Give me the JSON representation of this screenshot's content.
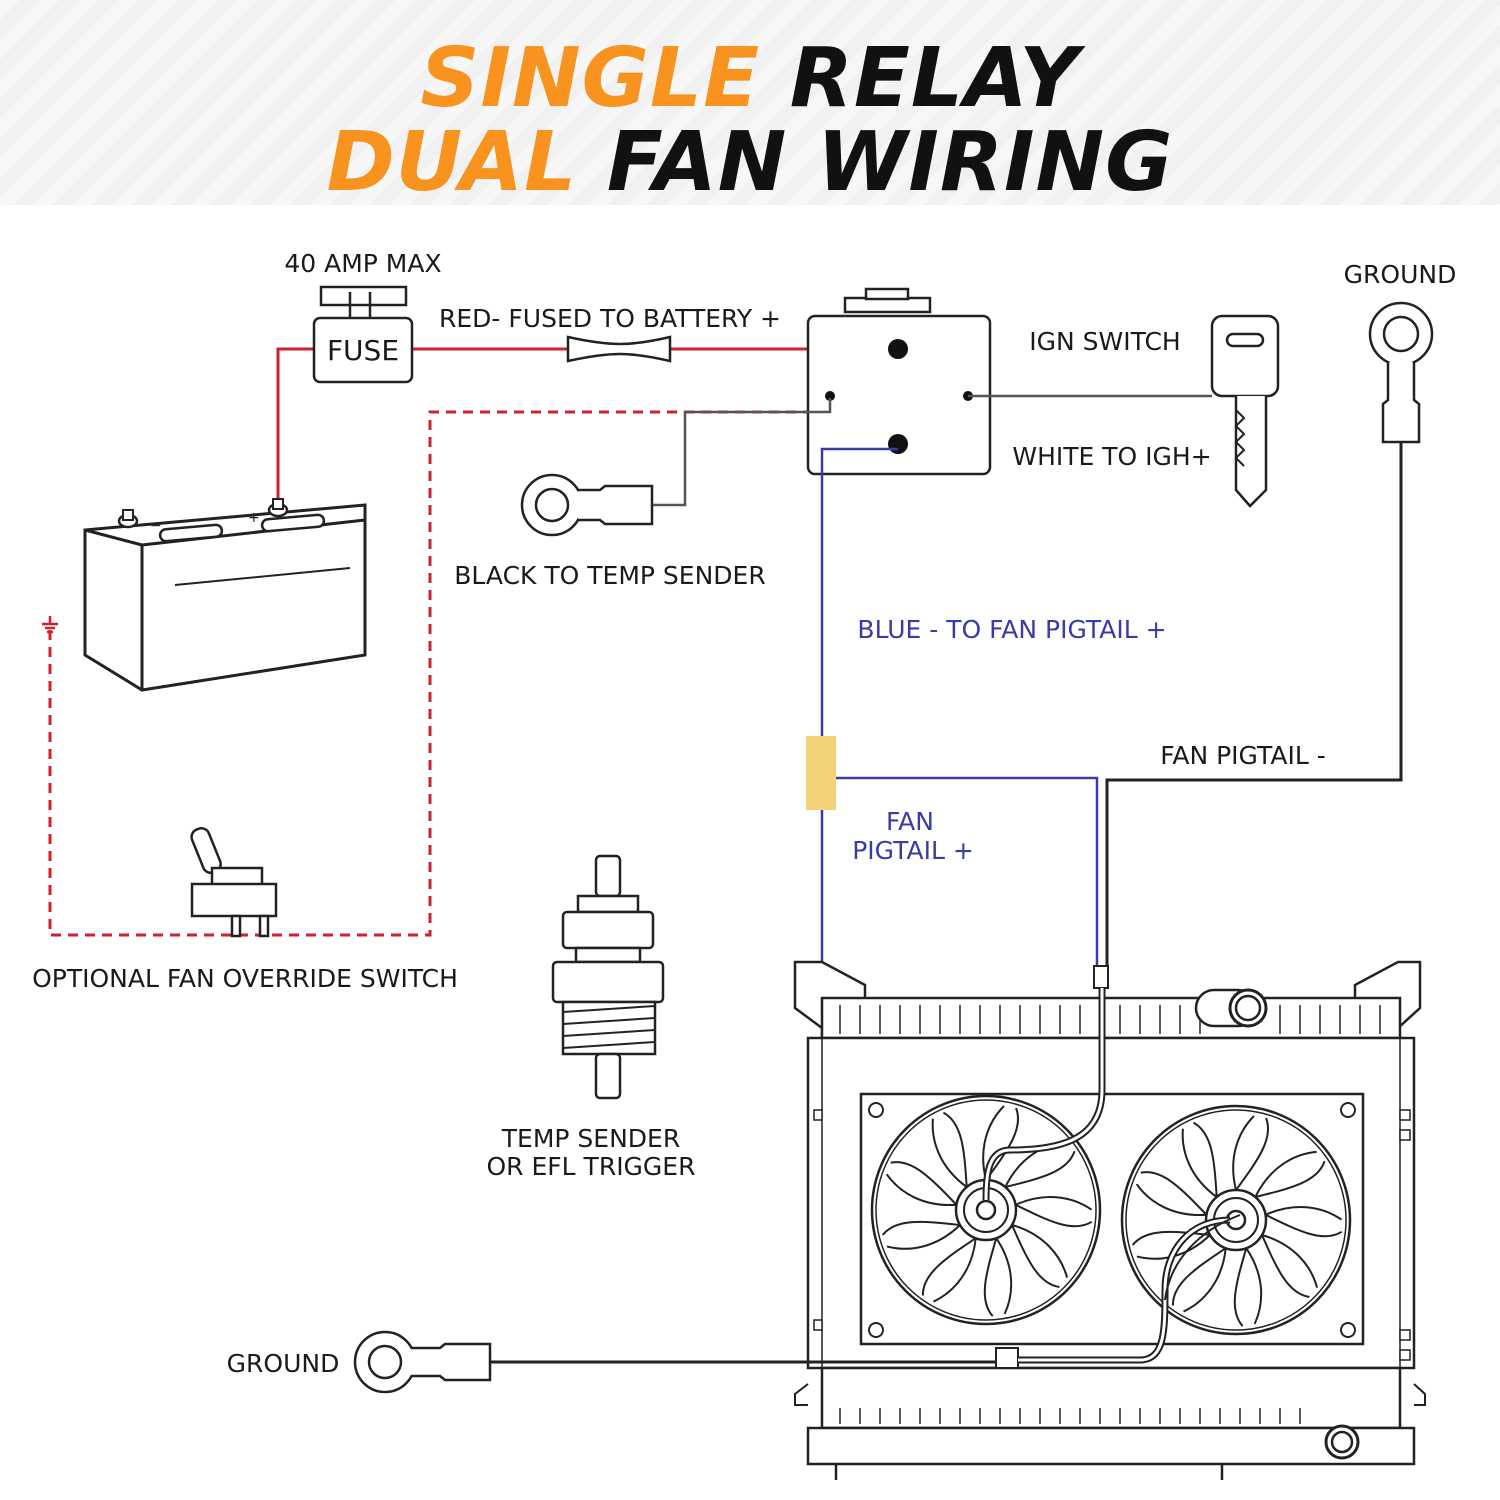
{
  "header": {
    "line1": {
      "accent": "SINGLE",
      "rest": "RELAY"
    },
    "line2": {
      "accent": "DUAL",
      "rest": "FAN WIRING"
    }
  },
  "labels": {
    "amp_max": "40 AMP MAX",
    "fuse": "FUSE",
    "red_wire": "RED- FUSED TO BATTERY +",
    "ign_switch": "IGN SWITCH",
    "white_wire": "WHITE TO IGH+",
    "ground_top": "GROUND",
    "black_wire": "BLACK TO TEMP SENDER",
    "blue_wire": "BLUE - TO FAN PIGTAIL +",
    "fan_pigtail_neg": "FAN PIGTAIL -",
    "fan_pigtail_pos_1": "FAN",
    "fan_pigtail_pos_2": "PIGTAIL +",
    "override_switch": "OPTIONAL FAN OVERRIDE SWITCH",
    "temp_sender_1": "TEMP SENDER",
    "temp_sender_2": "OR EFL TRIGGER",
    "ground_bottom": "GROUND"
  },
  "colors": {
    "accent": "#f7931e",
    "red_wire": "#d0212e",
    "blue_wire": "#3b3ba8",
    "connector": "#f3d27a",
    "line": "#222222"
  }
}
